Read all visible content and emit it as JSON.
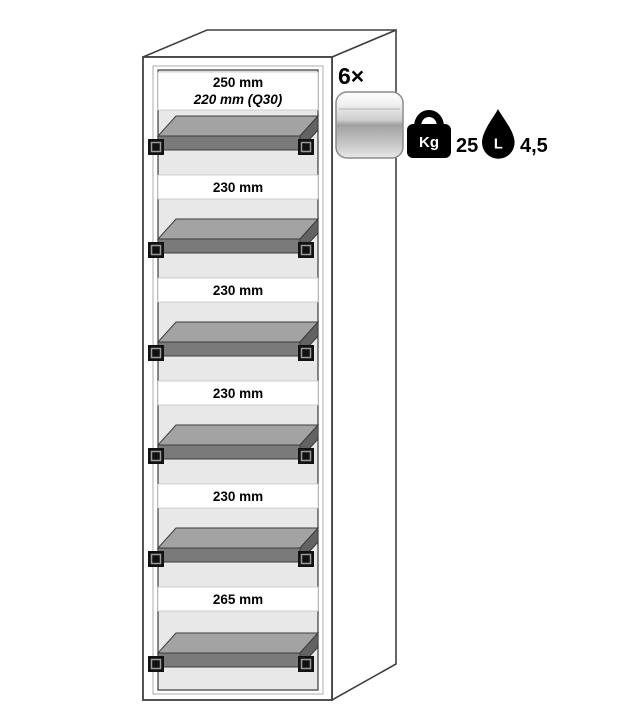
{
  "cabinet": {
    "description_icon": "safety-cabinet-cutaway-diagram",
    "compartments": [
      {
        "height_label": "250 mm",
        "alt_height_label": "220 mm (Q30)"
      },
      {
        "height_label": "230 mm"
      },
      {
        "height_label": "230 mm"
      },
      {
        "height_label": "230 mm"
      },
      {
        "height_label": "230 mm"
      },
      {
        "height_label": "265 mm"
      }
    ]
  },
  "legend": {
    "drawer_count_label": "6×",
    "drawer_icon": "metal-drawer-icon",
    "load": {
      "icon": "weight-icon",
      "unit_label": "Kg",
      "value": "25"
    },
    "volume": {
      "icon": "drop-icon",
      "unit_label": "L",
      "value": "4,5"
    }
  },
  "palette": {
    "background": "#ffffff",
    "outline": "#3c3c3c",
    "interior_gray": "#e8e8e8",
    "tray_top_gray": "#a3a3a3",
    "tray_front_gray": "#7a7a7a",
    "rail_black": "#111111",
    "icon_black": "#000000",
    "label_text": "#000000"
  }
}
